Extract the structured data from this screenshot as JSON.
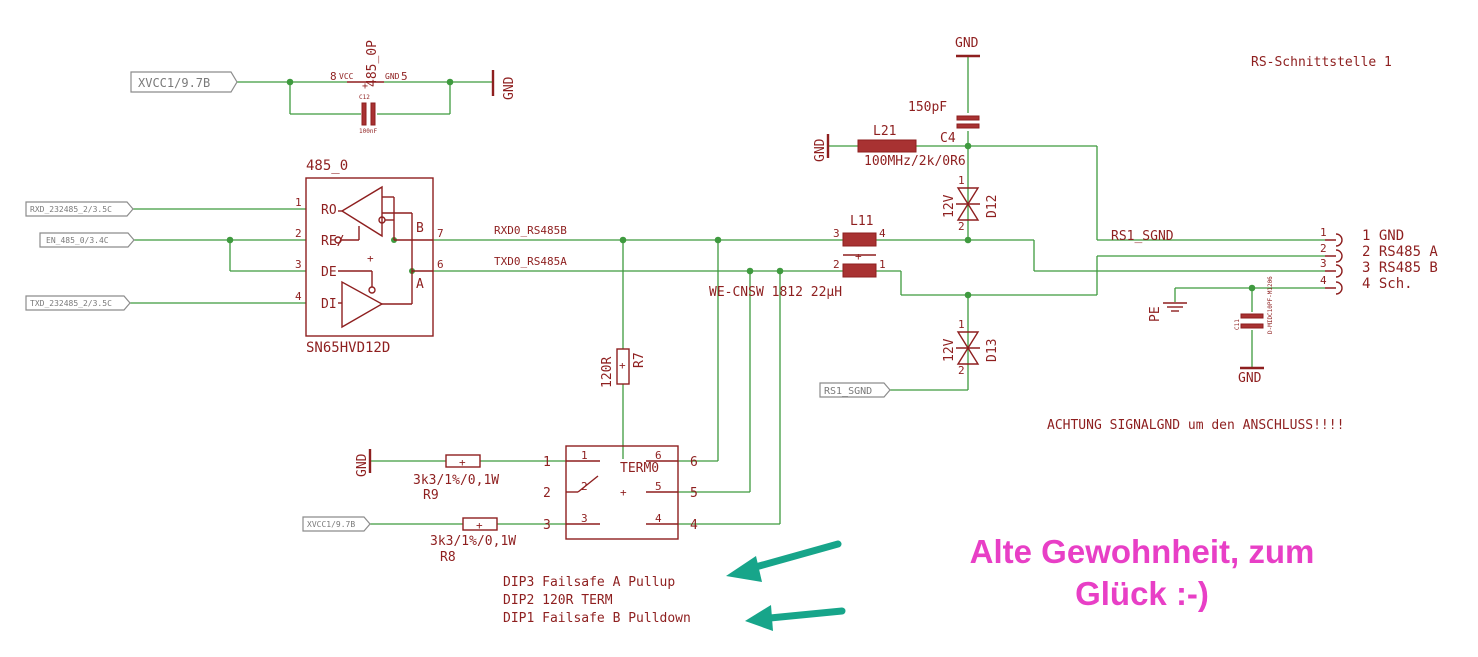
{
  "title": "RS-Schnittstelle 1",
  "warning": "ACHTUNG SIGNALGND um den ANSCHLUSS!!!!",
  "annotation": {
    "line1": "Alte Gewohnheit, zum",
    "line2": "Glück :-)"
  },
  "dip_notes": [
    "DIP3 Failsafe A Pullup",
    "DIP2 120R TERM",
    "DIP1 Failsafe B Pulldown"
  ],
  "net_labels": {
    "xvcc_top": "XVCC1/9.7B",
    "rxd": "RXD_232485_2/3.5C",
    "en": "EN_485_0/3.4C",
    "txd": "TXD_232485_2/3.5C",
    "rs1_sgnd_flag": "RS1_SGND",
    "xvcc_bottom": "XVCC1/9.7B"
  },
  "nets": {
    "rxd0_b": "RXD0_RS485B",
    "txd0_a": "TXD0_RS485A",
    "rs1_sgnd": "RS1_SGND"
  },
  "power": {
    "gnd_top_right": "GND",
    "gnd_power_sym": "GND",
    "gnd_inductor": "GND",
    "gnd_connector": "GND",
    "gnd_dip": "GND",
    "pe": "PE"
  },
  "ic": {
    "ref": "485_0",
    "part": "SN65HVD12D",
    "pins_left": [
      {
        "num": "1",
        "name": "RO"
      },
      {
        "num": "2",
        "name": "RE/"
      },
      {
        "num": "3",
        "name": "DE"
      },
      {
        "num": "4",
        "name": "DI"
      }
    ],
    "pins_right": [
      {
        "num": "7",
        "name": "B"
      },
      {
        "num": "6",
        "name": "A"
      }
    ],
    "pwr_vcc_pin": "8",
    "pwr_vcc_name": "VCC",
    "pwr_gnd_pin": "5",
    "pwr_gnd_name": "GND",
    "pwr_ref": "485_0P",
    "plus": "+"
  },
  "c12": {
    "ref": "C12",
    "value": "100nF"
  },
  "c4": {
    "ref": "C4",
    "value": "150pF"
  },
  "l21": {
    "ref": "L21",
    "value": "100MHz/2k/0R6"
  },
  "l11": {
    "ref": "L11",
    "value": "WE-CNSW 1812 22µH",
    "pins": [
      "3",
      "4",
      "2",
      "1"
    ]
  },
  "d12": {
    "ref": "D12",
    "value": "12V",
    "p1": "1",
    "p2": "2"
  },
  "d13": {
    "ref": "D13",
    "value": "12V",
    "p1": "1",
    "p2": "2"
  },
  "r7": {
    "ref": "R7",
    "value": "120R"
  },
  "r9": {
    "ref": "R9",
    "value": "3k3/1%/0,1W"
  },
  "r8": {
    "ref": "R8",
    "value": "3k3/1%/0,1W"
  },
  "term": {
    "ref": "TERM0",
    "left_pins": [
      "1",
      "2",
      "3"
    ],
    "right_pins": [
      "6",
      "5",
      "4"
    ],
    "outer_left": [
      "1",
      "2",
      "3"
    ],
    "outer_right": [
      "6",
      "5",
      "4"
    ]
  },
  "c11": {
    "ref": "C11",
    "value": "D-MIDC10PF-M1206"
  },
  "connector": {
    "pins": [
      "1",
      "2",
      "3",
      "4"
    ],
    "labels": [
      "1 GND",
      "2 RS485 A",
      "3 RS485 B",
      "4 Sch."
    ]
  }
}
